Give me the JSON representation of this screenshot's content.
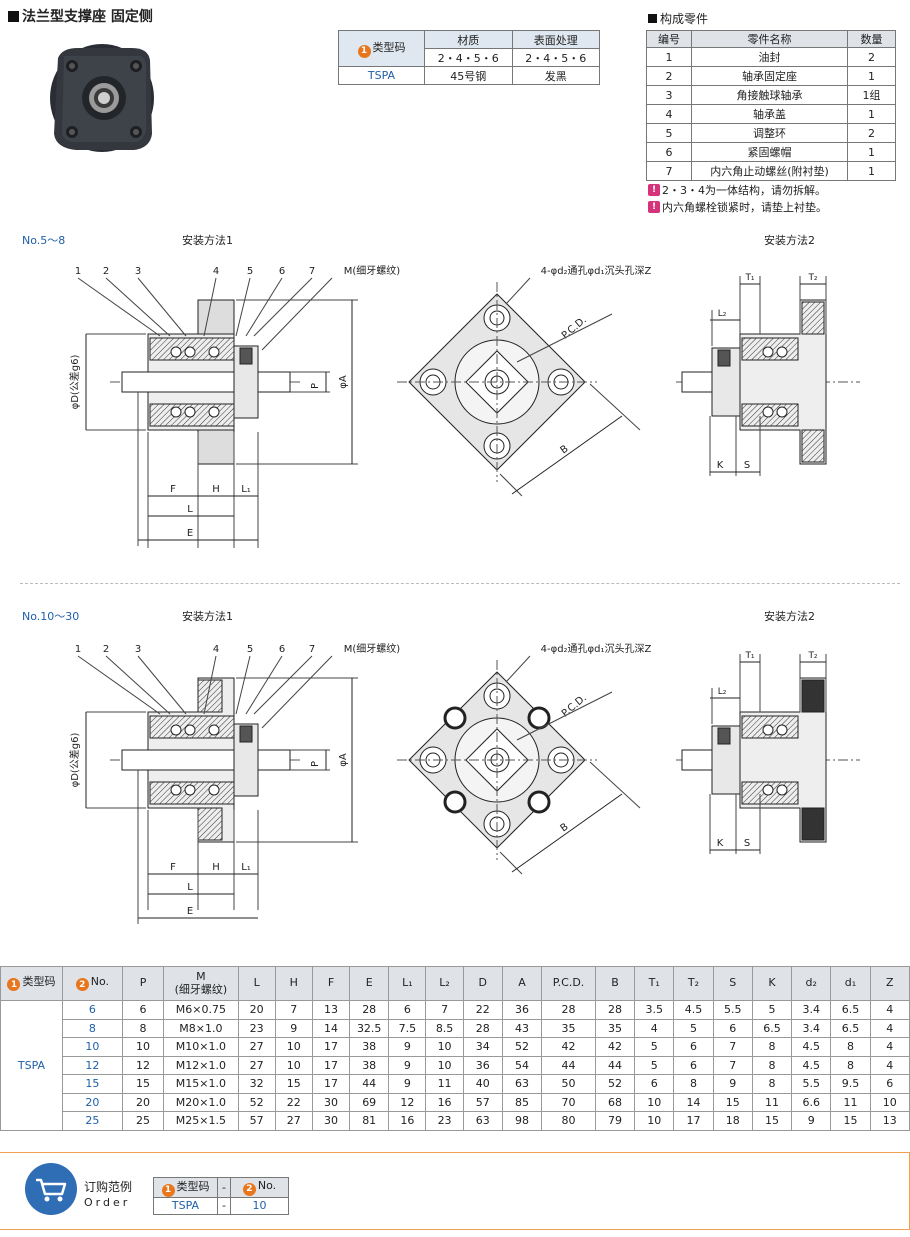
{
  "title": "法兰型支撑座 固定侧",
  "material_table": {
    "type_label": "类型码",
    "type_num": "1",
    "col_material": "材质",
    "col_surface": "表面处理",
    "sub_material": "2・4・5・6",
    "sub_surface": "2・4・5・6",
    "type": "TSPA",
    "material": "45号钢",
    "surface": "发黑"
  },
  "parts": {
    "heading": "构成零件",
    "headers": [
      "编号",
      "零件名称",
      "数量"
    ],
    "rows": [
      [
        "1",
        "油封",
        "2"
      ],
      [
        "2",
        "轴承固定座",
        "1"
      ],
      [
        "3",
        "角接触球轴承",
        "1组"
      ],
      [
        "4",
        "轴承盖",
        "1"
      ],
      [
        "5",
        "调整环",
        "2"
      ],
      [
        "6",
        "紧固螺帽",
        "1"
      ],
      [
        "7",
        "内六角止动螺丝(附衬垫)",
        "1"
      ]
    ],
    "notes": [
      "2・3・4为一体结构，请勿拆解。",
      "内六角螺栓锁紧时，请垫上衬垫。"
    ]
  },
  "drawing": {
    "top": {
      "range": "No.5～8",
      "method1": "安装方法1",
      "method2": "安装方法2",
      "part_nums": [
        "1",
        "2",
        "3",
        "4",
        "5",
        "6",
        "7"
      ],
      "m_label": "M(细牙螺纹)",
      "hole_label": "4-φd₂通孔φd₁沉头孔深Z",
      "pcd": "P.C.D.",
      "phiD": "φD(公差g6)",
      "phiA": "φA",
      "P": "P",
      "B": "B",
      "F": "F",
      "H": "H",
      "L1": "L₁",
      "L": "L",
      "E": "E",
      "T1": "T₁",
      "T2": "T₂",
      "L2": "L₂",
      "K": "K",
      "S": "S"
    },
    "bottom": {
      "range": "No.10～30",
      "method1": "安装方法1",
      "method2": "安装方法2"
    }
  },
  "spec": {
    "headers": [
      "类型码",
      "No.",
      "P",
      "M",
      "L",
      "H",
      "F",
      "E",
      "L₁",
      "L₂",
      "D",
      "A",
      "P.C.D.",
      "B",
      "T₁",
      "T₂",
      "S",
      "K",
      "d₂",
      "d₁",
      "Z"
    ],
    "m_sub": "(细牙螺纹)",
    "type": "TSPA",
    "rows": [
      [
        "6",
        "6",
        "M6×0.75",
        "20",
        "7",
        "13",
        "28",
        "6",
        "7",
        "22",
        "36",
        "28",
        "28",
        "3.5",
        "4.5",
        "5.5",
        "5",
        "3.4",
        "6.5",
        "4"
      ],
      [
        "8",
        "8",
        "M8×1.0",
        "23",
        "9",
        "14",
        "32.5",
        "7.5",
        "8.5",
        "28",
        "43",
        "35",
        "35",
        "4",
        "5",
        "6",
        "6.5",
        "3.4",
        "6.5",
        "4"
      ],
      [
        "10",
        "10",
        "M10×1.0",
        "27",
        "10",
        "17",
        "38",
        "9",
        "10",
        "34",
        "52",
        "42",
        "42",
        "5",
        "6",
        "7",
        "8",
        "4.5",
        "8",
        "4"
      ],
      [
        "12",
        "12",
        "M12×1.0",
        "27",
        "10",
        "17",
        "38",
        "9",
        "10",
        "36",
        "54",
        "44",
        "44",
        "5",
        "6",
        "7",
        "8",
        "4.5",
        "8",
        "4"
      ],
      [
        "15",
        "15",
        "M15×1.0",
        "32",
        "15",
        "17",
        "44",
        "9",
        "11",
        "40",
        "63",
        "50",
        "52",
        "6",
        "8",
        "9",
        "8",
        "5.5",
        "9.5",
        "6"
      ],
      [
        "20",
        "20",
        "M20×1.0",
        "52",
        "22",
        "30",
        "69",
        "12",
        "16",
        "57",
        "85",
        "70",
        "68",
        "10",
        "14",
        "15",
        "11",
        "6.6",
        "11",
        "10"
      ],
      [
        "25",
        "25",
        "M25×1.5",
        "57",
        "27",
        "30",
        "81",
        "16",
        "23",
        "63",
        "98",
        "80",
        "79",
        "10",
        "17",
        "18",
        "15",
        "9",
        "15",
        "13"
      ]
    ]
  },
  "order": {
    "title": "订购范例",
    "title_en": "Order",
    "col1": "类型码",
    "col2": "No.",
    "dash": "-",
    "type": "TSPA",
    "no": "10"
  }
}
